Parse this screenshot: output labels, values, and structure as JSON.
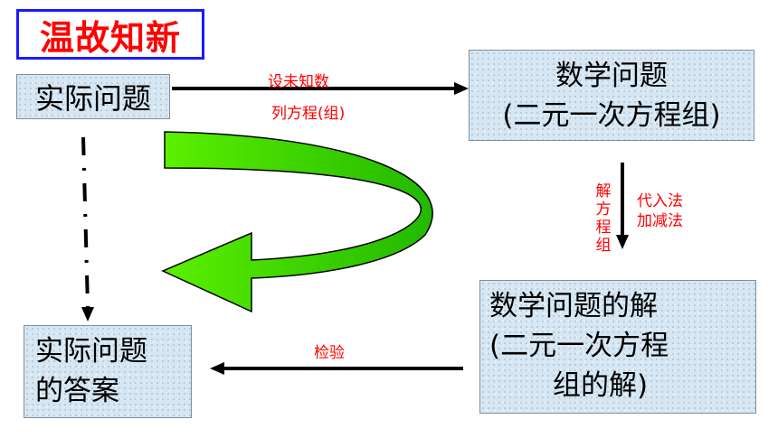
{
  "title": "温故知新",
  "boxes": {
    "real_problem": "实际问题",
    "math_problem_line1": "数学问题",
    "math_problem_line2": "(二元一次方程组)",
    "math_solution_line1": "数学问题的解",
    "math_solution_line2": "(二元一次方程",
    "math_solution_line3": "组的解)",
    "answer_line1": "实际问题",
    "answer_line2": "的答案"
  },
  "labels": {
    "set_unknowns": "设未知数",
    "list_equations": "列方程(组)",
    "solve_vertical": [
      "解",
      "方",
      "程",
      "组"
    ],
    "substitution": "代入法",
    "elimination": "加减法",
    "verify": "检验"
  },
  "colors": {
    "title_text": "#ff0000",
    "title_border": "#1a1aff",
    "box_fill": "#d6e6f2",
    "arrow_green": "#33dd00",
    "label_red": "#ff0000"
  }
}
